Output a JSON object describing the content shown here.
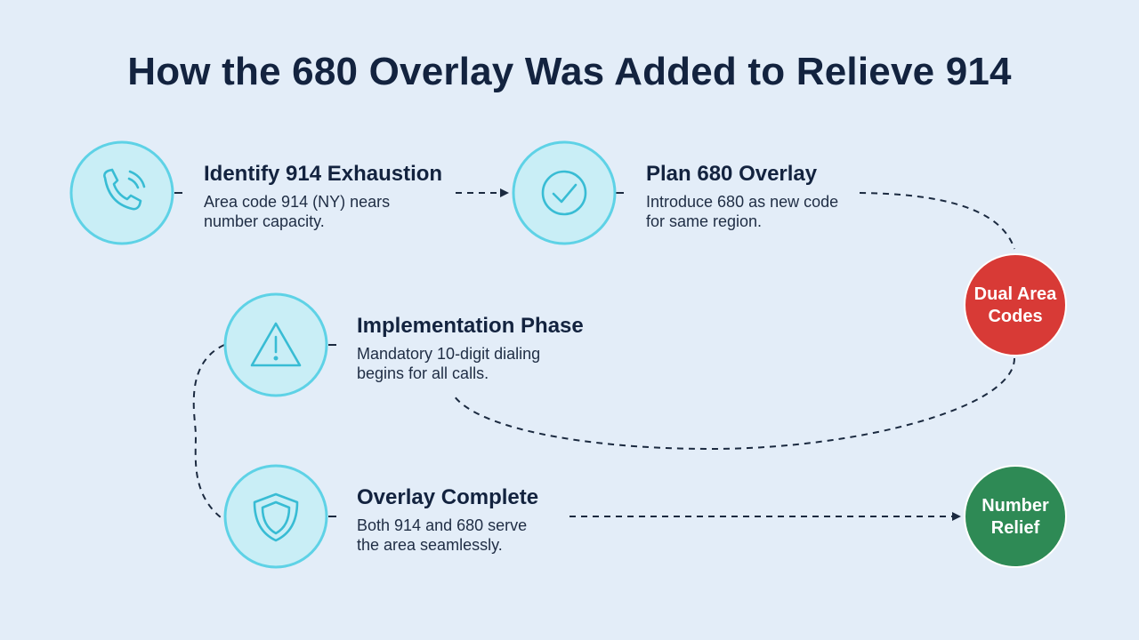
{
  "title": "How the 680 Overlay Was Added to Relieve 914",
  "steps": [
    {
      "icon": "phone-icon",
      "heading": "Identify 914 Exhaustion",
      "description": "Area code 914 (NY) nears number capacity."
    },
    {
      "icon": "check-circle-icon",
      "heading": "Plan 680 Overlay",
      "description": "Introduce 680 as new code for same region."
    },
    {
      "icon": "warning-triangle-icon",
      "heading": "Implementation Phase",
      "description": "Mandatory 10-digit dialing begins for all calls."
    },
    {
      "icon": "shield-icon",
      "heading": "Overlay Complete",
      "description": "Both 914 and 680 serve the area seamlessly."
    }
  ],
  "outcomes": [
    {
      "line1": "Dual Area",
      "line2": "Codes",
      "color": "#d83a36"
    },
    {
      "line1": "Number",
      "line2": "Relief",
      "color": "#2e8a55"
    }
  ],
  "colors": {
    "background": "#e3edf8",
    "node_fill": "#c9eef6",
    "node_stroke": "#5ed2e6",
    "icon_stroke": "#38bcd4",
    "connector": "#1b2a40"
  }
}
